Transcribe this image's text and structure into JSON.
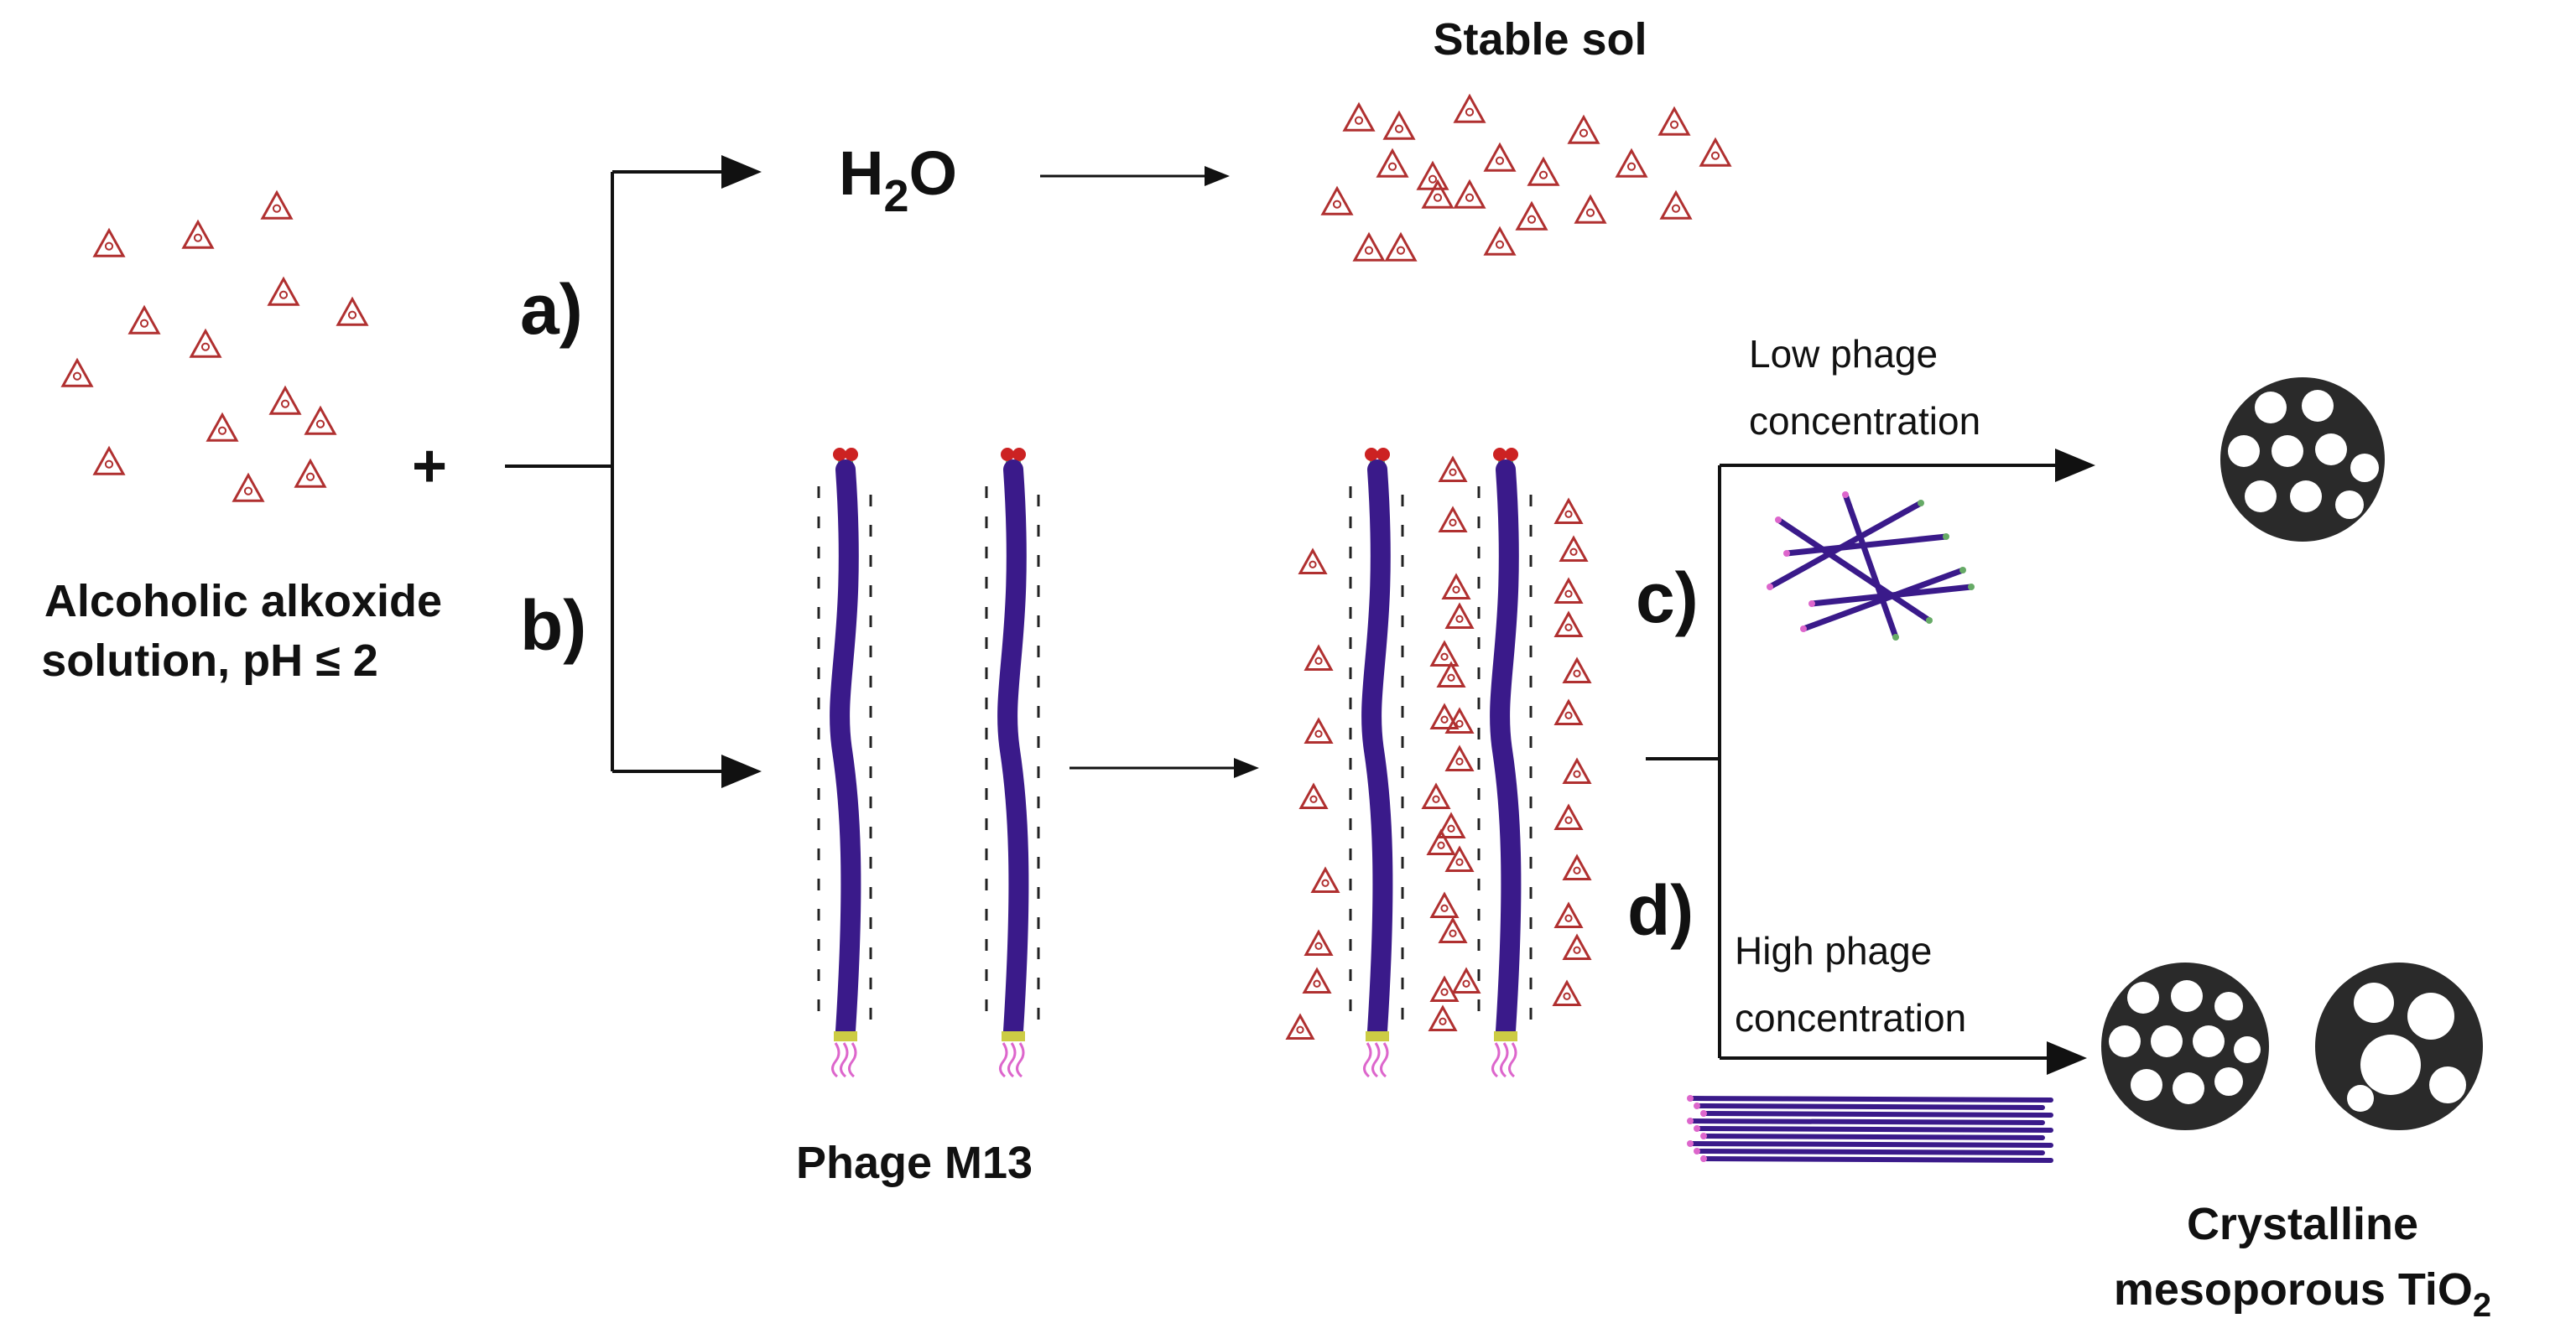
{
  "labels": {
    "stable_sol": "Stable sol",
    "water_main": "H",
    "water_sub": "2",
    "water_tail": "O",
    "step_a": "a)",
    "step_b": "b)",
    "step_c": "c)",
    "step_d": "d)",
    "plus": "+",
    "start_line1": "Alcoholic alkoxide",
    "start_line2": "solution, pH ≤ 2",
    "phage": "Phage M13",
    "low_line1": "Low phage",
    "low_line2": "concentration",
    "high_line1": "High phage",
    "high_line2": "concentration",
    "product_line1": "Crystalline",
    "product_line2_main": "mesoporous TiO",
    "product_line2_sub": "2"
  },
  "colors": {
    "precursor": "#b03030",
    "phage_body": "#3a1a8a",
    "phage_head": "#cc2222",
    "phage_tip": "#66aa66",
    "phage_tail": "#dd66cc",
    "particle": "#2a2a2a",
    "pore": "#ffffff",
    "line": "#111111"
  }
}
